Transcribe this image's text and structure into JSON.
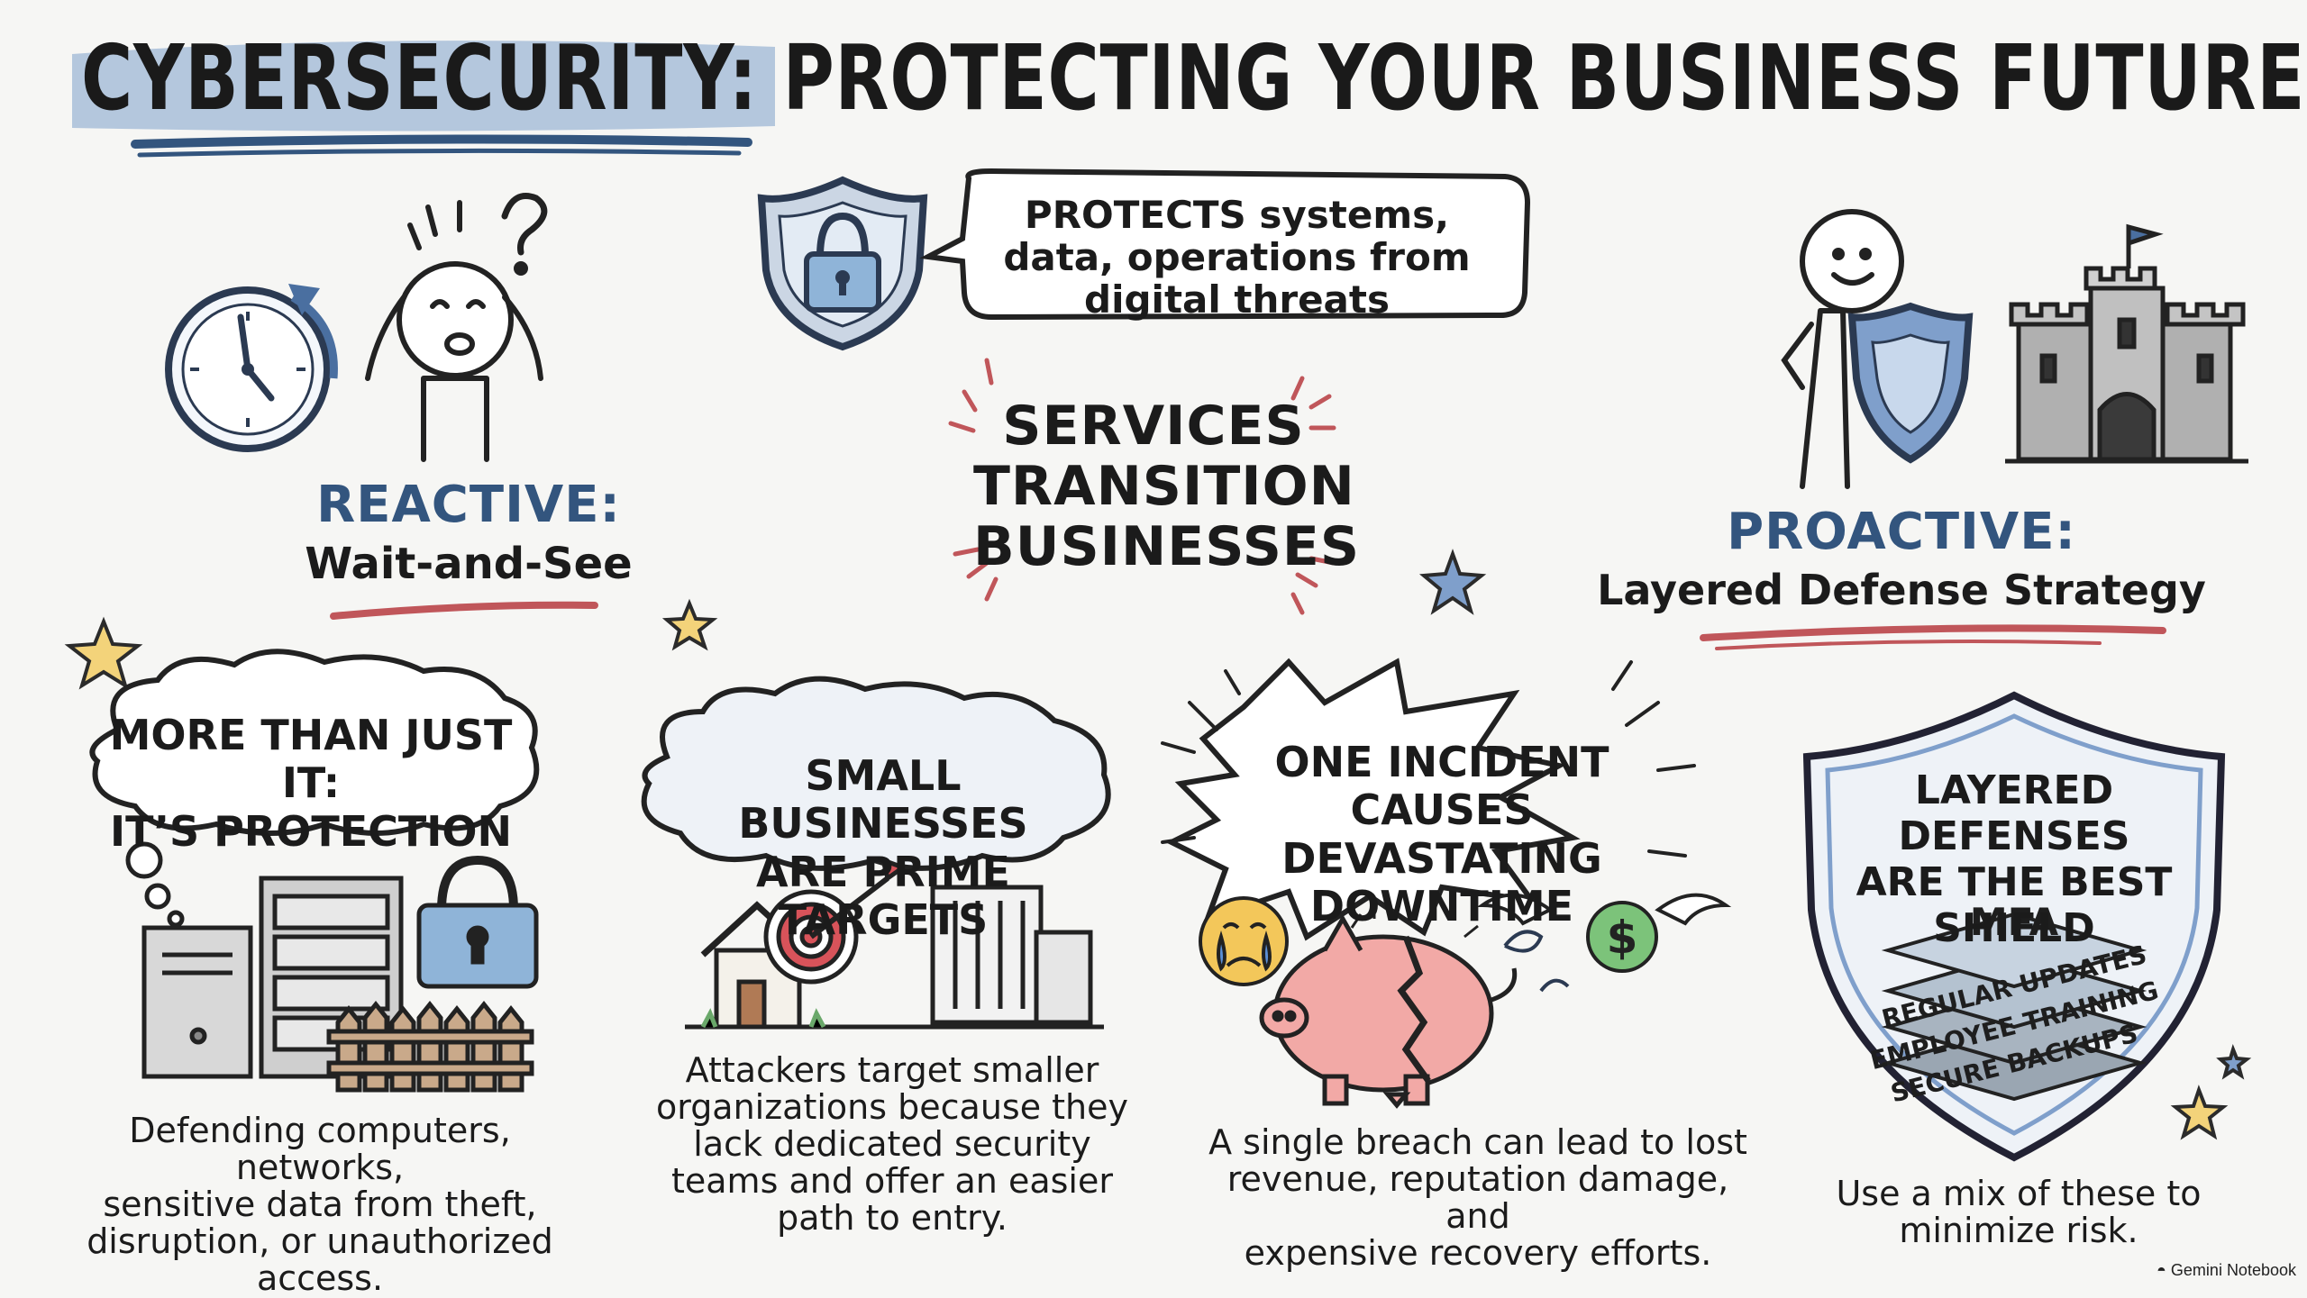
{
  "title": {
    "highlight": "CYBERSECURITY",
    "rest": ": PROTECTING YOUR BUSINESS FUTURE"
  },
  "protects_bubble": "PROTECTS systems, data, operations from digital threats",
  "center_headline": [
    "SERVICES",
    "TRANSITION",
    "BUSINESSES"
  ],
  "reactive": {
    "label": "REACTIVE:",
    "sub": "Wait-and-See"
  },
  "proactive": {
    "label": "PROACTIVE:",
    "sub": "Layered Defense Strategy"
  },
  "panels": [
    {
      "heading": [
        "MORE THAN JUST IT:",
        "IT’S PROTECTION"
      ],
      "body": [
        "Defending computers, networks,",
        "sensitive data from theft,",
        "disruption, or unauthorized access."
      ]
    },
    {
      "heading": [
        "SMALL BUSINESSES",
        "ARE PRIME TARGETS"
      ],
      "body": [
        "Attackers target smaller",
        "organizations because they",
        "lack dedicated security",
        "teams and offer an easier",
        "path to entry."
      ]
    },
    {
      "heading": [
        "ONE INCIDENT",
        "CAUSES DEVASTATING",
        "DOWNTIME"
      ],
      "body": [
        "A single breach can lead to lost",
        "revenue, reputation damage, and",
        "expensive recovery efforts."
      ]
    },
    {
      "heading": [
        "LAYERED DEFENSES",
        "ARE THE BEST SHIELD"
      ],
      "layers": [
        "MFA",
        "REGULAR UPDATES",
        "EMPLOYEE TRAINING",
        "SECURE BACKUPS"
      ],
      "body": [
        "Use a mix of these to",
        "minimize risk."
      ]
    }
  ],
  "watermark": "Gemini Notebook",
  "colors": {
    "accent_blue": "#33557e",
    "highlight_blue": "#9db7d6",
    "underline_red": "#c0565a",
    "lock_blue": "#8fb4d8",
    "piggy_pink": "#f2a9a6",
    "coin_green": "#7cc37a",
    "star_yellow": "#f3d37a"
  }
}
